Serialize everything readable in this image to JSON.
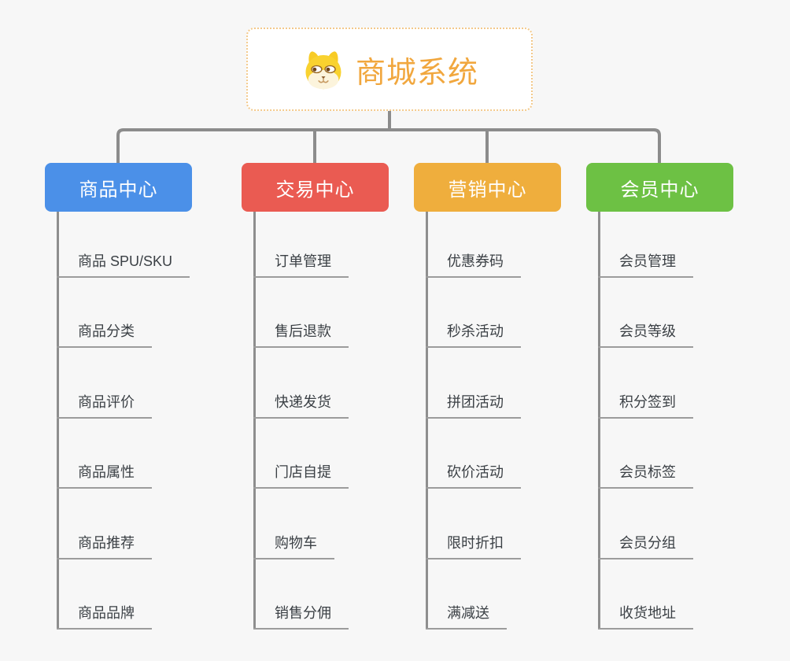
{
  "root": {
    "title": "商城系统",
    "icon": "shiba-dog-icon",
    "title_color": "#f1a73e",
    "border_color": "#f3c98b"
  },
  "branches": [
    {
      "label": "商品中心",
      "color": "#4b90e8",
      "children": [
        "商品 SPU/SKU",
        "商品分类",
        "商品评价",
        "商品属性",
        "商品推荐",
        "商品品牌"
      ]
    },
    {
      "label": "交易中心",
      "color": "#ea5b52",
      "children": [
        "订单管理",
        "售后退款",
        "快递发货",
        "门店自提",
        "购物车",
        "销售分佣"
      ]
    },
    {
      "label": "营销中心",
      "color": "#efae3d",
      "children": [
        "优惠券码",
        "秒杀活动",
        "拼团活动",
        "砍价活动",
        "限时折扣",
        "满减送"
      ]
    },
    {
      "label": "会员中心",
      "color": "#6dc144",
      "children": [
        "会员管理",
        "会员等级",
        "积分签到",
        "会员标签",
        "会员分组",
        "收货地址"
      ]
    }
  ],
  "colors": {
    "background": "#f7f7f7",
    "connector": "#8c8c8c",
    "spine": "#8e8e8e",
    "underline": "#9c9c9c",
    "item_text": "#3b4045"
  }
}
